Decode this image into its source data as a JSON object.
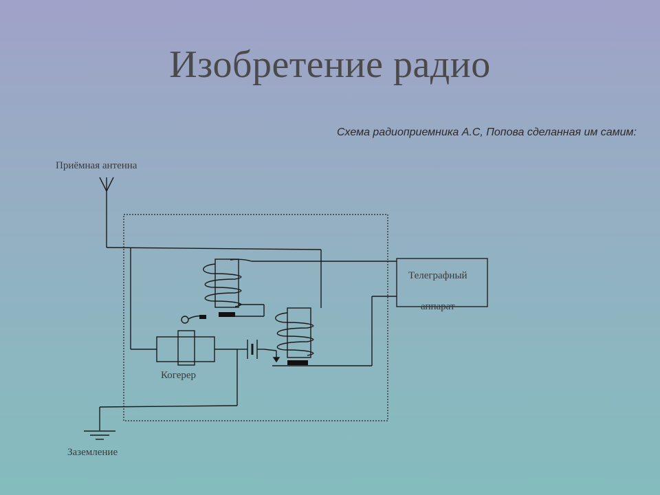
{
  "slide": {
    "title": "Изобретение радио",
    "caption": "Схема радиоприемника А.С, Попова сделанная им самим:"
  },
  "diagram": {
    "labels": {
      "antenna": "Приёмная антенна",
      "telegraph_line1": "Телеграфный",
      "telegraph_line2": "аппарат",
      "coherer": "Когерер",
      "ground": "Заземление"
    }
  }
}
